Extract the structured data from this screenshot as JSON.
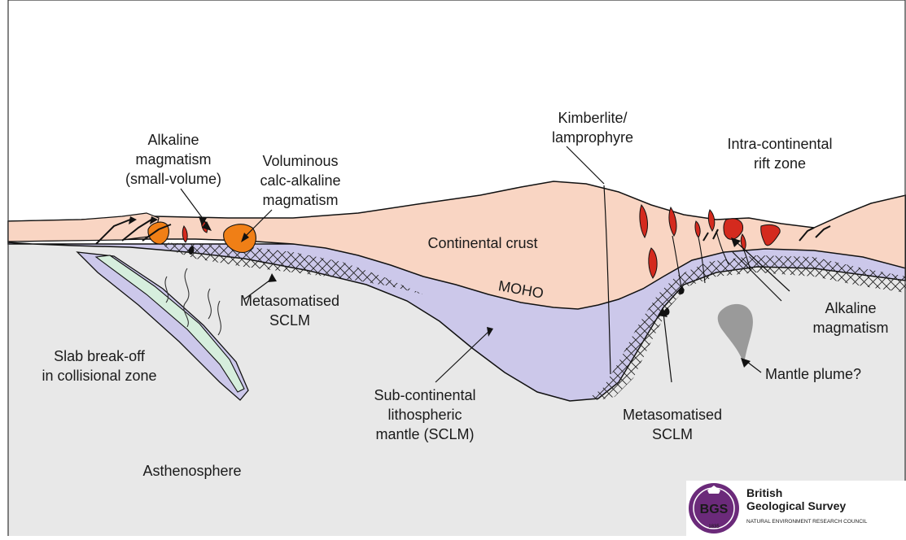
{
  "labels": {
    "alkaline_small": [
      "Alkaline",
      "magmatism",
      "(small-volume)"
    ],
    "voluminous": [
      "Voluminous",
      "calc-alkaline",
      "magmatism"
    ],
    "kimberlite": [
      "Kimberlite/",
      "lamprophyre"
    ],
    "rift": [
      "Intra-continental",
      "rift zone"
    ],
    "continental_crust": "Continental crust",
    "moho": "MOHO",
    "metasomatised_left": [
      "Metasomatised",
      "SCLM"
    ],
    "alkaline_right": [
      "Alkaline",
      "magmatism"
    ],
    "mantle_plume": "Mantle plume?",
    "slab": [
      "Slab break-off",
      "in collisional zone"
    ],
    "sclm": [
      "Sub-continental",
      "lithospheric",
      "mantle (SCLM)"
    ],
    "metasomatised_right": [
      "Metasomatised",
      "SCLM"
    ],
    "asthenosphere": "Asthenosphere"
  },
  "logo": {
    "emblem_text": "BGS",
    "year": "1835",
    "line1": "British",
    "line2": "Geological Survey",
    "line3": "NATURAL ENVIRONMENT RESEARCH COUNCIL"
  },
  "colors": {
    "crust": "#f9d5c3",
    "sclm": "#ccc8ea",
    "asthenosphere": "#e8e8e8",
    "slab": "#d6eedd",
    "alkaline_intrusion": "#d42a1e",
    "calc_alkaline_intrusion": "#f07f16",
    "plume": "#9a9a9a",
    "logo_purple": "#6b2a7a"
  }
}
